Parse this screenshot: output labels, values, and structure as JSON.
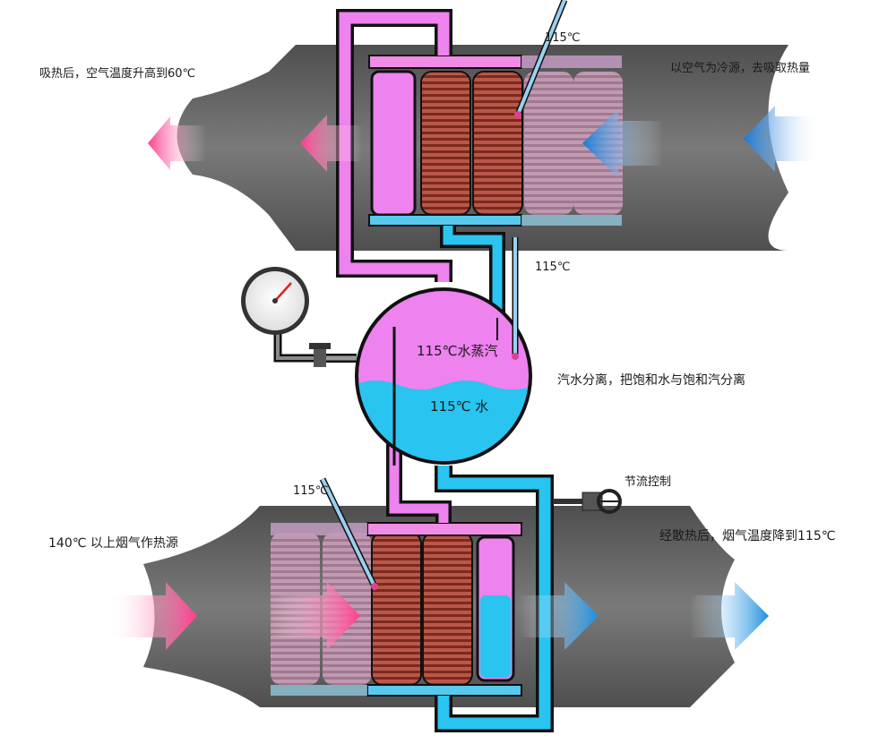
{
  "labels": {
    "top_left": "吸热后，空气温度升高到60℃",
    "top_right": "以空气为冷源，去吸取热量",
    "temp_top": "115℃",
    "temp_mid": "115℃",
    "steam": "115℃水蒸汽",
    "water": "115℃ 水",
    "separator": "汽水分离，把饱和水与饱和汽分离",
    "throttle": "节流控制",
    "temp_bottom": "115℃",
    "bottom_left": "140℃ 以上烟气作热源",
    "bottom_right": "经散热后，烟气温度降到115℃"
  },
  "colors": {
    "duct": "#5e5e5e",
    "steam": "#ee82ee",
    "water": "#29c4f0",
    "coil": "#9b3a28",
    "hot_arrow": "#ff4f9b",
    "cold_arrow": "#1f7ed8",
    "pipe_outline": "#111111"
  },
  "icons": [
    "pressure-gauge-icon",
    "valve-icon",
    "throttle-valve-icon",
    "thermometer-icon"
  ]
}
